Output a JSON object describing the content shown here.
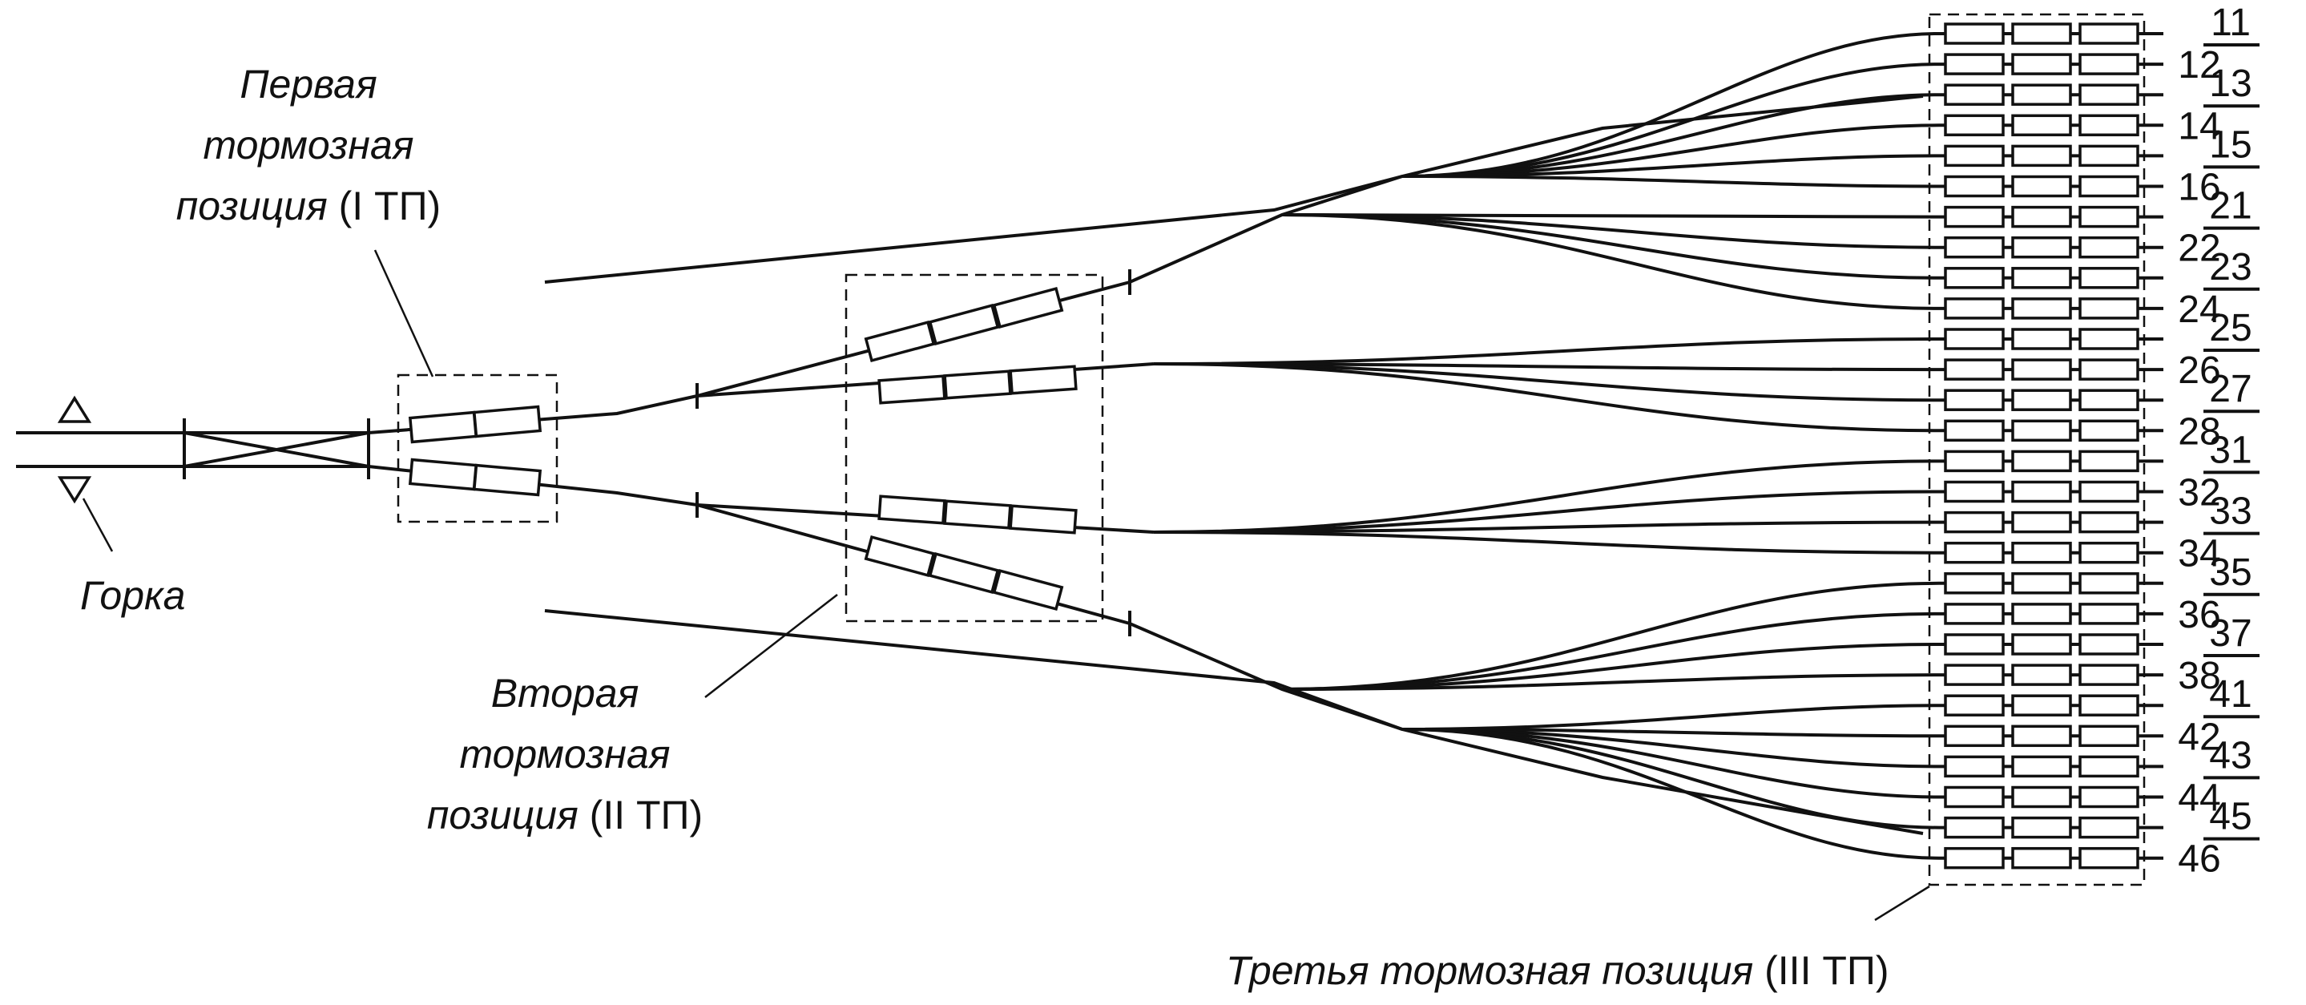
{
  "labels": {
    "hump": "Горка",
    "tp1": {
      "line1": "Первая",
      "line2": "тормозная",
      "line3_italic": "позиция",
      "line3_code": "(I ТП)"
    },
    "tp2": {
      "line1": "Вторая",
      "line2": "тормозная",
      "line3_italic": "позиция",
      "line3_code": "(II ТП)"
    },
    "tp3": {
      "text_italic": "Третья тормозная позиция",
      "code": "(III ТП)"
    }
  },
  "tracks": {
    "upper": [
      "11",
      "13",
      "15",
      "21",
      "23",
      "25",
      "27",
      "31",
      "33",
      "35",
      "37",
      "41",
      "43",
      "45"
    ],
    "lower": [
      "12",
      "14",
      "16",
      "22",
      "24",
      "26",
      "28",
      "32",
      "34",
      "36",
      "38",
      "42",
      "44",
      "46"
    ]
  }
}
